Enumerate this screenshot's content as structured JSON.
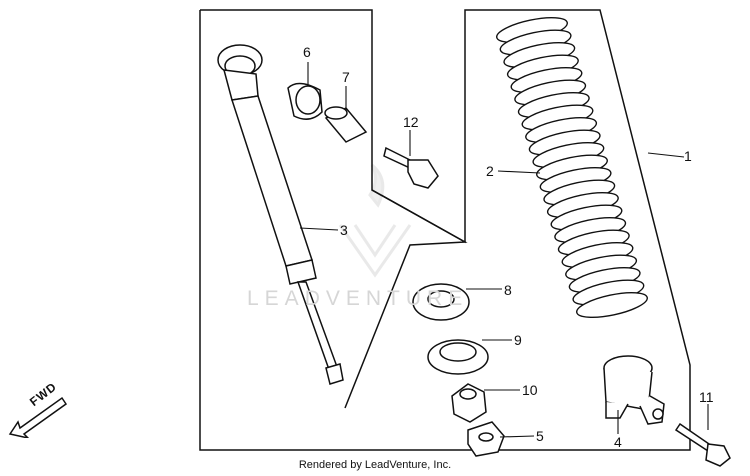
{
  "diagram": {
    "callouts": [
      {
        "id": "1",
        "label": "1"
      },
      {
        "id": "2",
        "label": "2"
      },
      {
        "id": "3",
        "label": "3"
      },
      {
        "id": "4",
        "label": "4"
      },
      {
        "id": "5",
        "label": "5"
      },
      {
        "id": "6",
        "label": "6"
      },
      {
        "id": "7",
        "label": "7"
      },
      {
        "id": "8",
        "label": "8"
      },
      {
        "id": "9",
        "label": "9"
      },
      {
        "id": "10",
        "label": "10"
      },
      {
        "id": "11",
        "label": "11"
      },
      {
        "id": "12",
        "label": "12"
      }
    ],
    "watermark": "LEADVENTURE",
    "direction_label": "FWD",
    "footer": "Rendered by LeadVenture, Inc."
  }
}
